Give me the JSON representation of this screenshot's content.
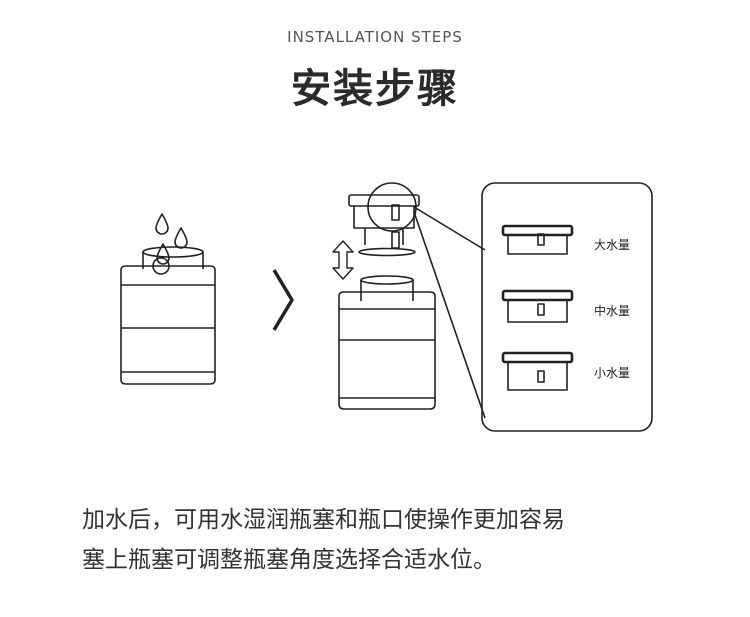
{
  "header": {
    "subtitle": "INSTALLATION STEPS",
    "title": "安装步骤"
  },
  "levels": {
    "large": "大水量",
    "medium": "中水量",
    "small": "小水量"
  },
  "description": {
    "line1": "加水后，可用水湿润瓶塞和瓶口使操作更加容易",
    "line2": "塞上瓶塞可调整瓶塞角度选择合适水位。"
  }
}
